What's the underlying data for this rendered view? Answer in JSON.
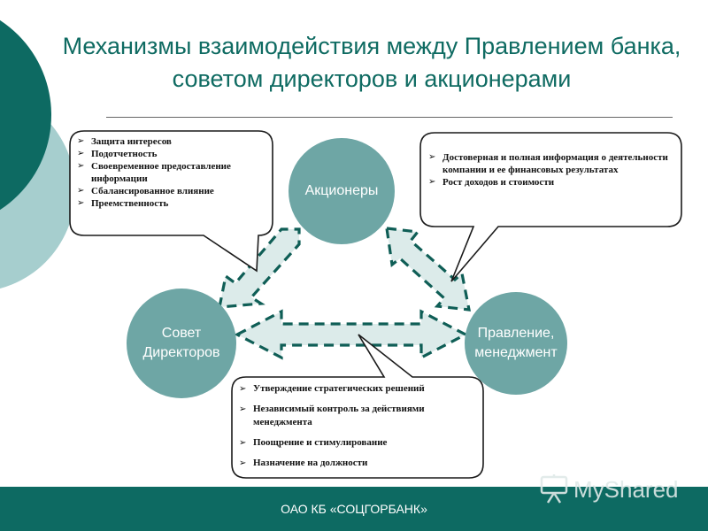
{
  "title": "Механизмы взаимодействия между Правлением банка, советом директоров и акционерами",
  "nodes": {
    "shareholders": "Акционеры",
    "board_line1": "Совет",
    "board_line2": "Директоров",
    "management_line1": "Правление,",
    "management_line2": "менеджмент"
  },
  "callouts": {
    "board_shareholders": [
      "Защита интересов",
      "Подотчетность",
      "Своевременное предоставление информации",
      "Сбалансированное влияние",
      "Преемственность"
    ],
    "management_shareholders": [
      "Достоверная и полная информация о деятельности компании и ее финансовых результатах",
      "Рост доходов и стоимости"
    ],
    "board_management": [
      "Утверждение стратегических решений",
      "Независимый контроль за действиями менеджмента",
      "Поощрение и стимулирование",
      "Назначение на должности"
    ]
  },
  "footer": "ОАО КБ «СОЦГОРБАНК»",
  "watermark": "MyShared",
  "colors": {
    "teal_dark": "#0d6a62",
    "teal_circle": "#6ea6a5",
    "teal_light": "#a6cece",
    "arrow_fill": "#dcebea",
    "title": "#0f6b62"
  }
}
